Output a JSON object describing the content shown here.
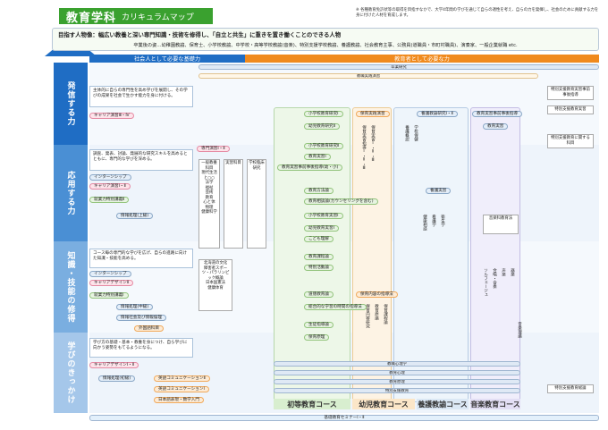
{
  "header": {
    "title": "教育学科",
    "subtitle": "カリキュラムマップ",
    "note": "※ 各種教育免許状等の取得を目指すなかで、大学4年間の学びを通じて自らの適性を考え、自らの力を発揮し、社会のために貢献する力を身に付けた人材を育成します。"
  },
  "purpose": "目指す人物像：幅広い教養と深い専門知識・技術を修得し、「自立と共生」に重きを置き働くことのできる人物",
  "careers": "卒業後の姿…幼稚園教諭、保育士、小学校教諭、中学校・高等学校教諭(音楽)、特別支援学校教諭、養護教諭、社会教育主事、公務員(道職員・市町村職員)、演奏家、一般企業就職 etc.",
  "bands": {
    "left": "社会人として必要な基礎力",
    "right": "教育者として必要な力"
  },
  "axis": [
    "発信する力",
    "応用する力",
    "知識・技能の修得",
    "学びのきっかけ"
  ],
  "sections": [
    {
      "desc": "主体的に自らの専門性を高め学びを展開し、その学びの成果を社会で生かす能力を身に付ける。",
      "pills": [
        "キャリア演習Ⅲ・Ⅳ"
      ]
    },
    {
      "desc": "調査、発表、討論、発展的な研究スキルを高めるとともに、専門的な学びを深める。",
      "pills": [
        "インターンシップ",
        "キャリア演習Ⅰ・Ⅱ",
        "就業力特別講義Ⅱ",
        "情報処理(上級)"
      ]
    },
    {
      "desc": "コース毎の専門的な学びを広げ、自らの進路に向けた知識・技能を高める。",
      "pills": [
        "インターンシップ",
        "キャリアデザインⅡ",
        "就業力特別講義Ⅰ",
        "情報処理(中級)",
        "情報社会及び情報倫理",
        "外国語科目"
      ]
    },
    {
      "desc": "学び方の基礎・基本・教養を身につけ、自ら学びに向かう姿勢をもてるようになる。",
      "pills": [
        "キャリアデザインⅠ・Ⅱ",
        "情報処理(初級)",
        "英語コミュニケーションⅡ",
        "英語コミュニケーションⅠ",
        "日本語表現・数学入門"
      ]
    }
  ],
  "general": {
    "header": "一般教養科目",
    "items": [
      "現代生活と○○",
      "法学",
      "福祉",
      "芸術",
      "教育",
      "心と体",
      "物理",
      "健康科学"
    ],
    "pe": [
      "北海道の文化",
      "障害者スポーツ・パラリンピック概論",
      "日本国憲法",
      "健康体育"
    ]
  },
  "columns": {
    "seminar": "専門演習Ⅰ・Ⅱ",
    "practice": "実習科目",
    "study": "学校臨床研究",
    "shared_top": "卒業研究",
    "shared_2": "教職実践演習",
    "col1": [
      "小学校教育研究Ⅰ",
      "幼児教育研究Ⅱ",
      "小学校教育研究Ⅱ",
      "教育実習Ⅰ",
      "教育実習事前事後指導(幼・小)",
      "教育方法論",
      "教育相談論(カウンセリングを含む)",
      "小学校教育実習Ⅰ",
      "幼児教育実習Ⅰ",
      "こども理解",
      "教育課程論",
      "特別活動論",
      "道徳教育論",
      "総合的な学習の時間の指導法",
      "生徒指導論",
      "保育原理"
    ],
    "col2": [
      "保育実践演習",
      "保育実習指導Ⅰ・Ⅱ・Ⅲ",
      "保育実習Ⅰ・Ⅱ・Ⅲ",
      "保育内容の指導法",
      "保育内容研究",
      "教育原論",
      "保育課程論"
    ],
    "col3": [
      "養護教諭研究Ⅰ・Ⅱ",
      "養護実習",
      "養護概説",
      "学校保健",
      "健康相談",
      "看護学",
      "衛生学"
    ],
    "col4": [
      "教育実習事前事後指導",
      "教育実習",
      "音楽科教育法",
      "ソルフェージュ",
      "合唱・合奏",
      "声楽",
      "器楽",
      "音楽理論"
    ],
    "side": [
      "特別支援教育実習事前事後指導",
      "特別支援教育実習",
      "特別支援教育に関する科目",
      "特別支援教育総論"
    ]
  },
  "shared_bottom": [
    "教職心理学",
    "教育心理",
    "教育原理",
    "特別支援教育"
  ],
  "courses": [
    "初等教育コース",
    "幼児教育コース",
    "養護教諭コース",
    "音楽教育コース"
  ],
  "basis": "基礎教育セミナーⅠ・Ⅱ",
  "colors": {
    "green": "#3aa12f",
    "blue": "#1f6dc4",
    "orange": "#f08a1e"
  }
}
